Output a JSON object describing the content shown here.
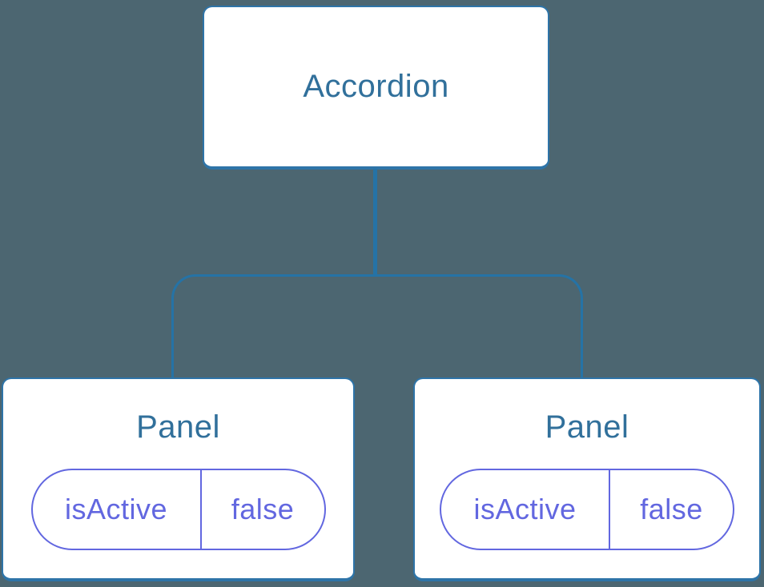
{
  "diagram": {
    "root": {
      "label": "Accordion"
    },
    "panels": [
      {
        "title": "Panel",
        "state": {
          "name": "isActive",
          "value": "false"
        }
      },
      {
        "title": "Panel",
        "state": {
          "name": "isActive",
          "value": "false"
        }
      }
    ]
  },
  "colors": {
    "background": "#4C6671",
    "node_fill": "#FFFFFF",
    "node_border": "#2E74A8",
    "connector": "#2573A6",
    "title_text": "#31709B",
    "state_accent": "#6267E0"
  }
}
